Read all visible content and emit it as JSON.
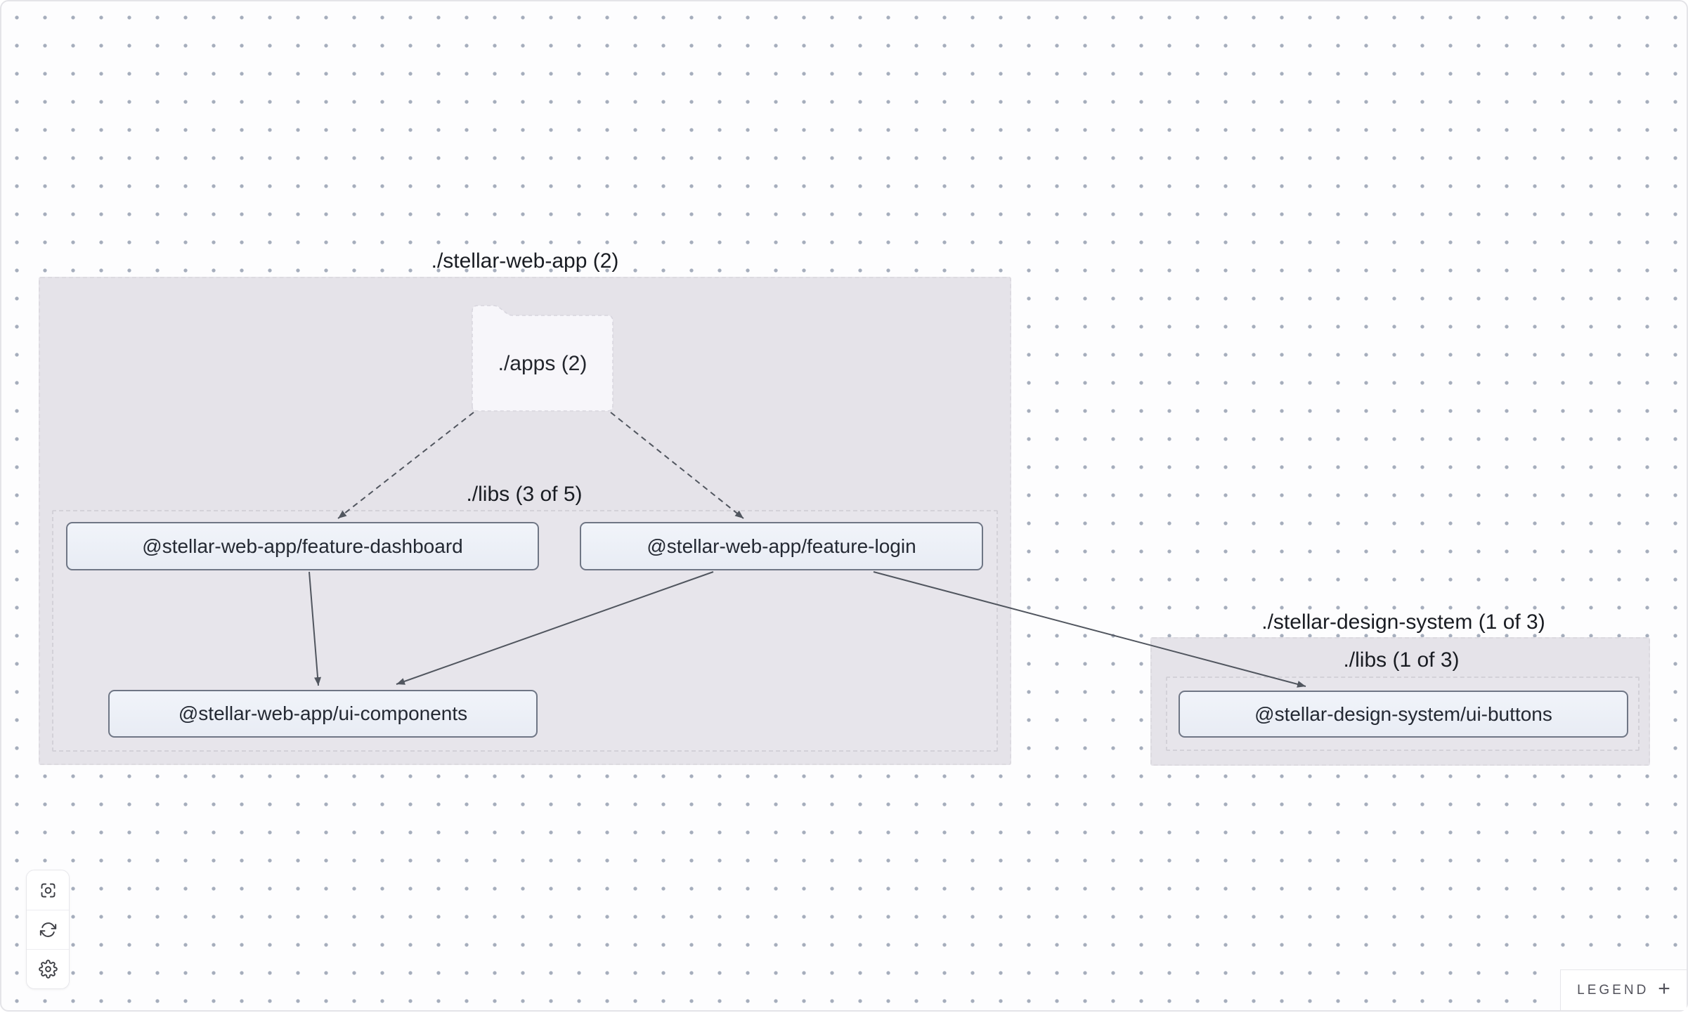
{
  "groups": [
    {
      "label": "./stellar-web-app (2)"
    },
    {
      "label": "./libs (3 of 5)"
    },
    {
      "label": "./stellar-design-system (1 of 3)"
    },
    {
      "label": "./libs (1 of 3)"
    }
  ],
  "folder": {
    "label": "./apps (2)"
  },
  "nodes": [
    {
      "label": "@stellar-web-app/feature-dashboard"
    },
    {
      "label": "@stellar-web-app/feature-login"
    },
    {
      "label": "@stellar-web-app/ui-components"
    },
    {
      "label": "@stellar-design-system/ui-buttons"
    }
  ],
  "edges": [
    {
      "source": "./apps",
      "target": "@stellar-web-app/feature-dashboard",
      "style": "dashed"
    },
    {
      "source": "./apps",
      "target": "@stellar-web-app/feature-login",
      "style": "dashed"
    },
    {
      "source": "@stellar-web-app/feature-dashboard",
      "target": "@stellar-web-app/ui-components",
      "style": "solid"
    },
    {
      "source": "@stellar-web-app/feature-login",
      "target": "@stellar-web-app/ui-components",
      "style": "solid"
    },
    {
      "source": "@stellar-web-app/feature-login",
      "target": "@stellar-design-system/ui-buttons",
      "style": "solid"
    }
  ],
  "toolbar": {
    "buttons": [
      {
        "icon": "center-graph-icon"
      },
      {
        "icon": "refresh-icon"
      },
      {
        "icon": "settings-gear-icon"
      }
    ]
  },
  "legend": {
    "label": "LEGEND",
    "expand_icon": "+"
  },
  "colors": {
    "canvas_bg": "#fdfdfe",
    "grid_dot": "#808ca0",
    "group_fill": "#e5e3e9",
    "group_inner_fill": "#e7e5eb",
    "node_fill": "#edf1f8",
    "node_border": "#6f7685",
    "folder_fill": "#f7f6fa",
    "edge": "#51565f",
    "label_text": "#191c22",
    "node_text": "#242933",
    "legend_text": "#52525b"
  }
}
